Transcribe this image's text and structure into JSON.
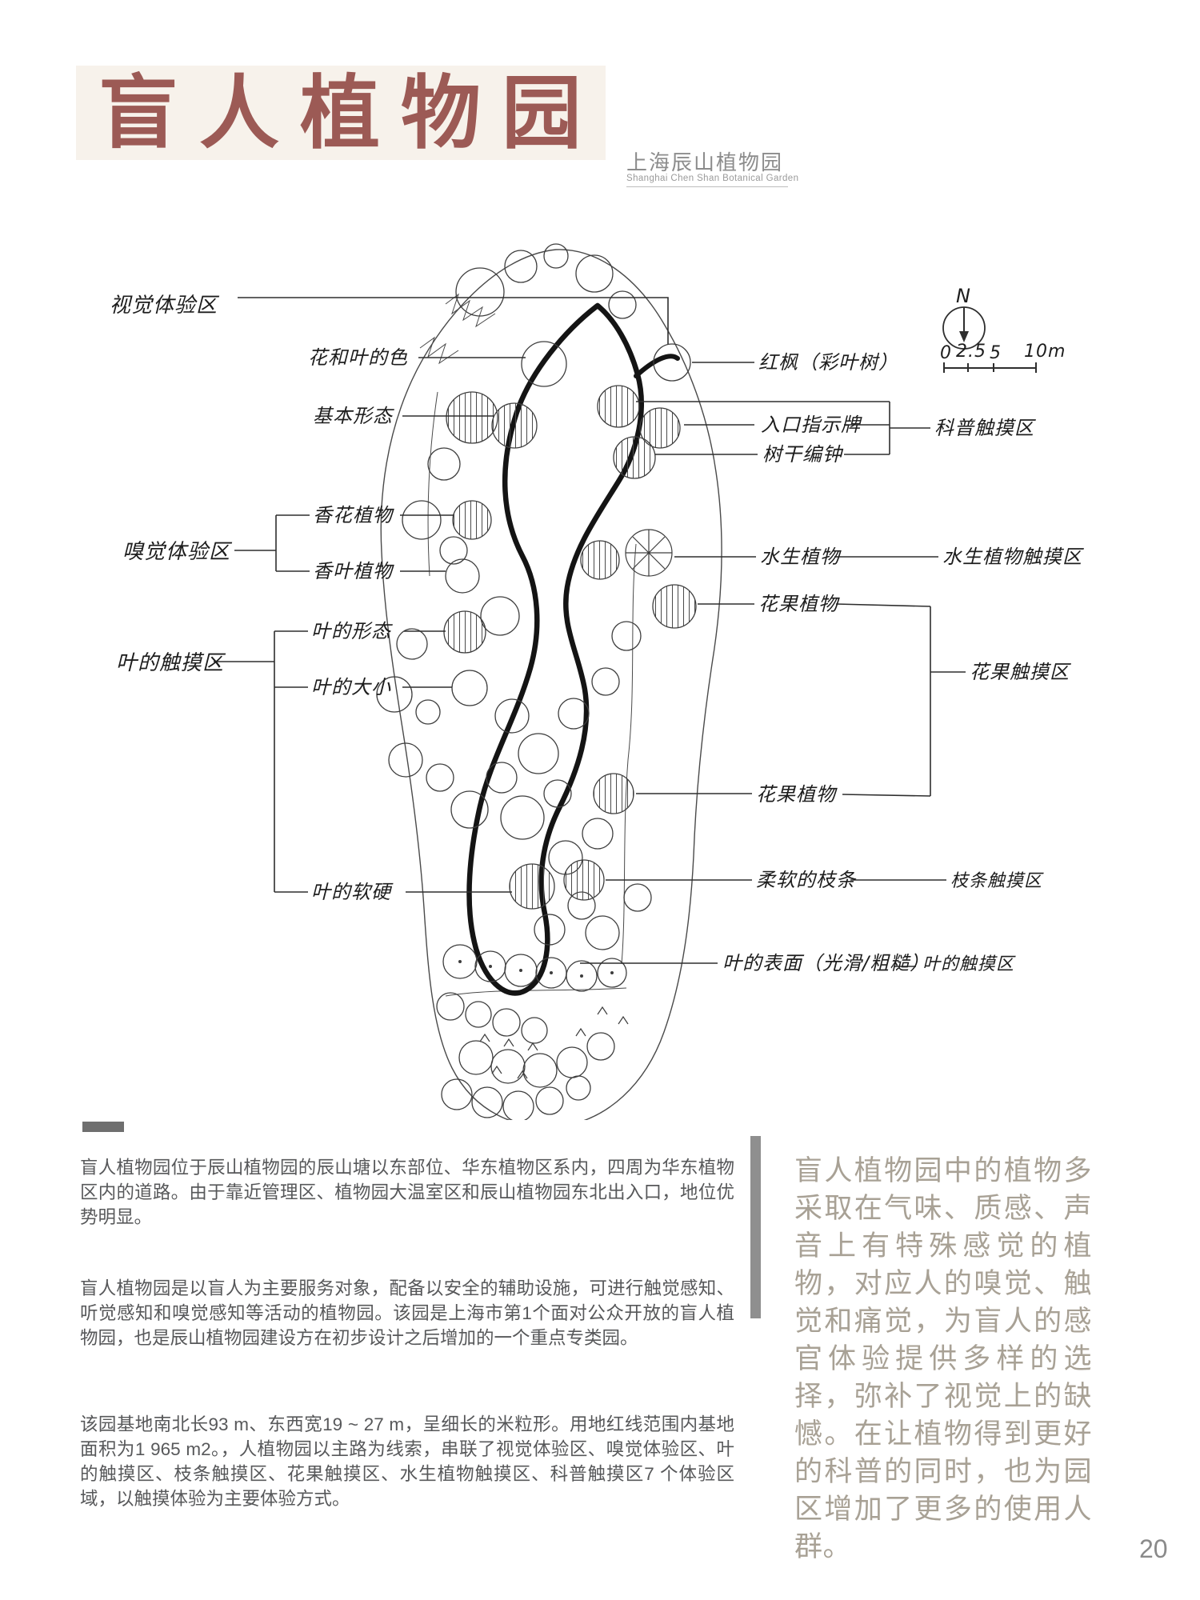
{
  "header": {
    "title": "盲人植物园",
    "subtitle_cn": "上海辰山植物园",
    "subtitle_en": "Shanghai Chen Shan Botanical Garden",
    "title_color": "#9c5a55",
    "title_bg": "#f7f2eb"
  },
  "map": {
    "north_label": "N",
    "scale_ticks": {
      "t0": "0",
      "t1": "2.5",
      "t2": "5",
      "t3": "10m"
    },
    "zones": {
      "visual": "视觉体验区",
      "smell": "嗅觉体验区",
      "leaf_touch": "叶的触摸区",
      "science_touch": "科普触摸区",
      "aquatic_touch": "水生植物触摸区",
      "flower_fruit_touch": "花果触摸区",
      "branch_touch": "枝条触摸区",
      "leaf_touch_right": "叶的触摸区"
    },
    "features": {
      "flower_leaf_color": "花和叶的色",
      "basic_form": "基本形态",
      "fragrant_flower": "香花植物",
      "fragrant_leaf": "香叶植物",
      "leaf_shape": "叶的形态",
      "leaf_size": "叶的大小",
      "leaf_softness": "叶的软硬",
      "red_maple": "红枫（彩叶树）",
      "entrance_sign": "入口指示牌",
      "trunk_chime": "树干编钟",
      "aquatic_plant": "水生植物",
      "flower_fruit_1": "花果植物",
      "flower_fruit_2": "花果植物",
      "soft_branch": "柔软的枝条",
      "leaf_surface": "叶的表面（光滑/粗糙）"
    }
  },
  "paragraphs": {
    "p1": "盲人植物园位于辰山植物园的辰山塘以东部位、华东植物区系内，四周为华东植物区内的道路。由于靠近管理区、植物园大温室区和辰山植物园东北出入口，地位优势明显。",
    "p2": "盲人植物园是以盲人为主要服务对象，配备以安全的辅助设施，可进行触觉感知、听觉感知和嗅觉感知等活动的植物园。该园是上海市第1个面对公众开放的盲人植物园，也是辰山植物园建设方在初步设计之后增加的一个重点专类园。",
    "p3": "该园基地南北长93 m、东西宽19 ~ 27 m，呈细长的米粒形。用地红线范围内基地面积为1 965 m2。，人植物园以主路为线索，串联了视觉体验区、嗅觉体验区、叶的触摸区、枝条触摸区、花果触摸区、水生植物触摸区、科普触摸区7 个体验区域，以触摸体验为主要体验方式。"
  },
  "quote": {
    "text": "盲人植物园中的植物多采取在气味、质感、声音上有特殊感觉的植物，对应人的嗅觉、触觉和痛觉，为盲人的感官体验提供多样的选择，弥补了视觉上的缺憾。在让植物得到更好的科普的同时，也为园区增加了更多的使用人群。"
  },
  "page_number": "20"
}
